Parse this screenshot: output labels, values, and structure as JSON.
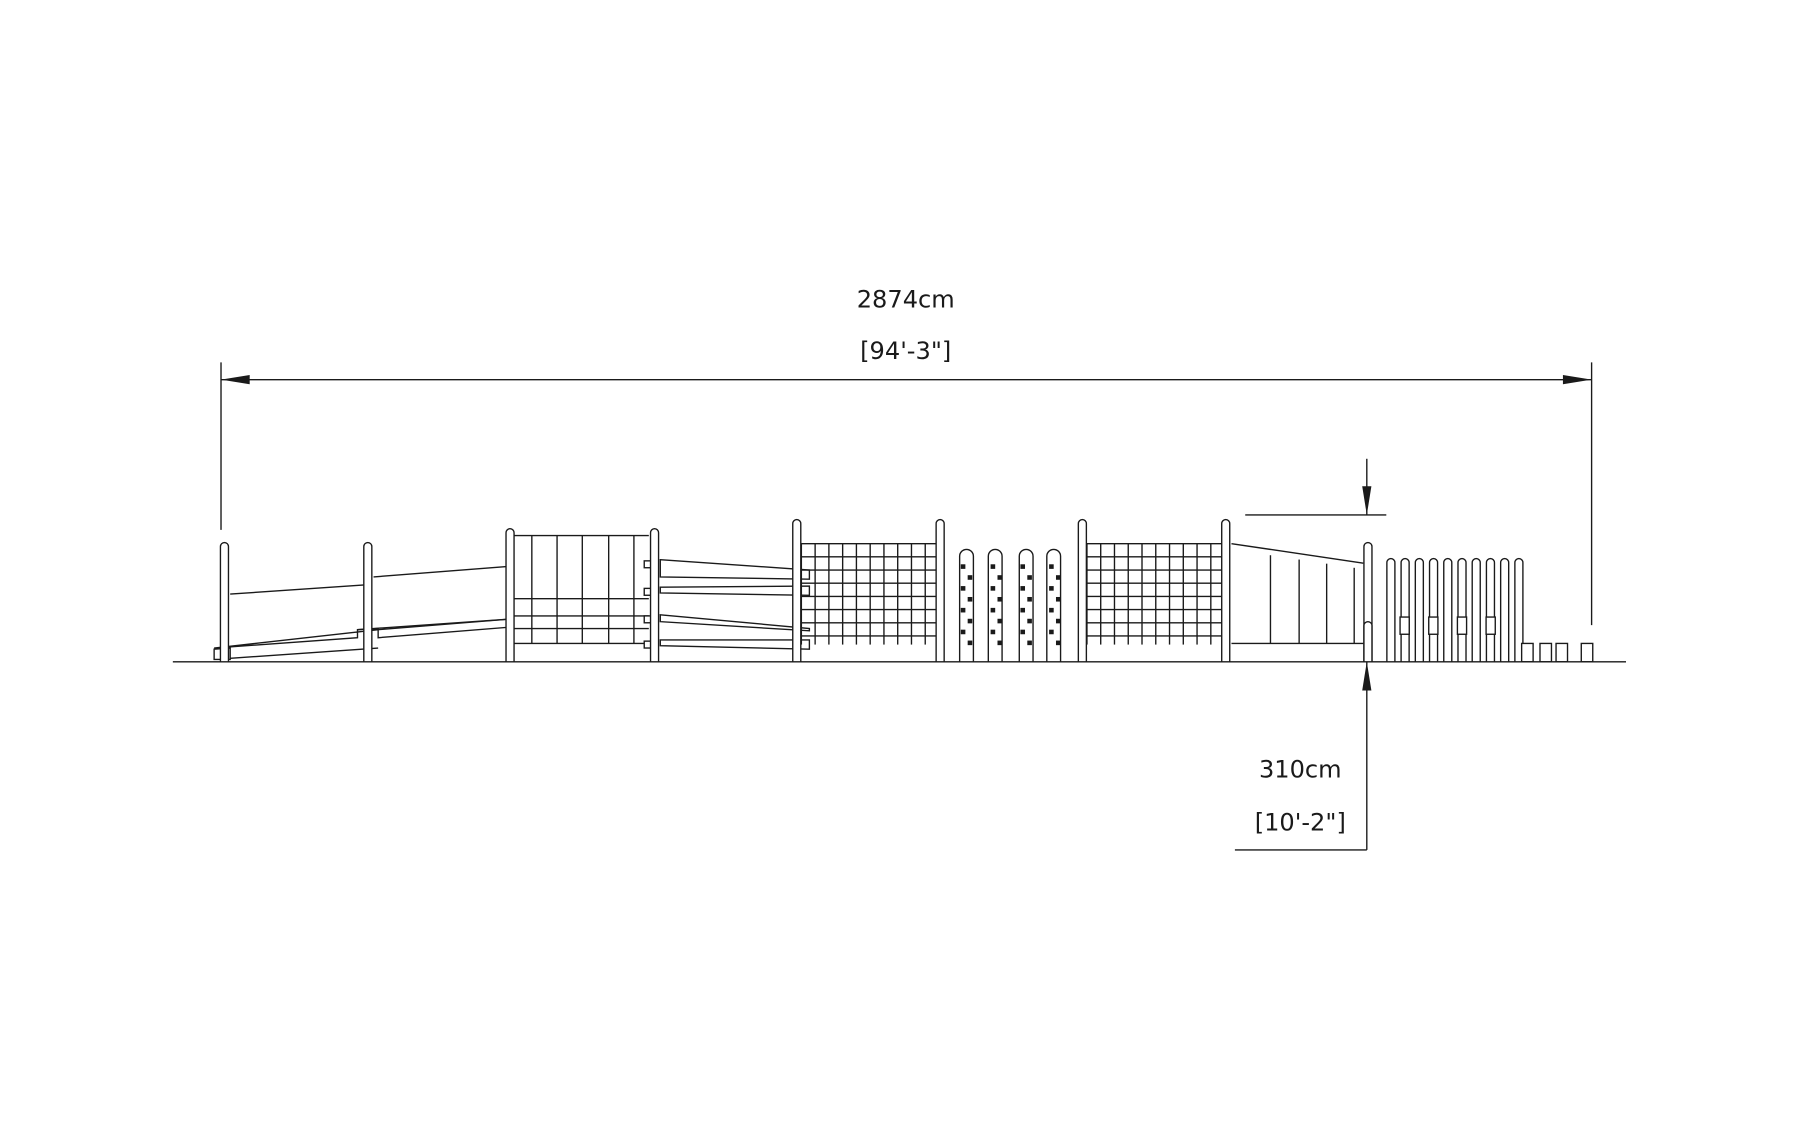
{
  "drawing": {
    "overall_length": {
      "metric": "2874cm",
      "imperial": "[94'-3\"]"
    },
    "overall_height": {
      "metric": "310cm",
      "imperial": "[10'-2\"]"
    },
    "line_color": "#1a1a1a"
  }
}
